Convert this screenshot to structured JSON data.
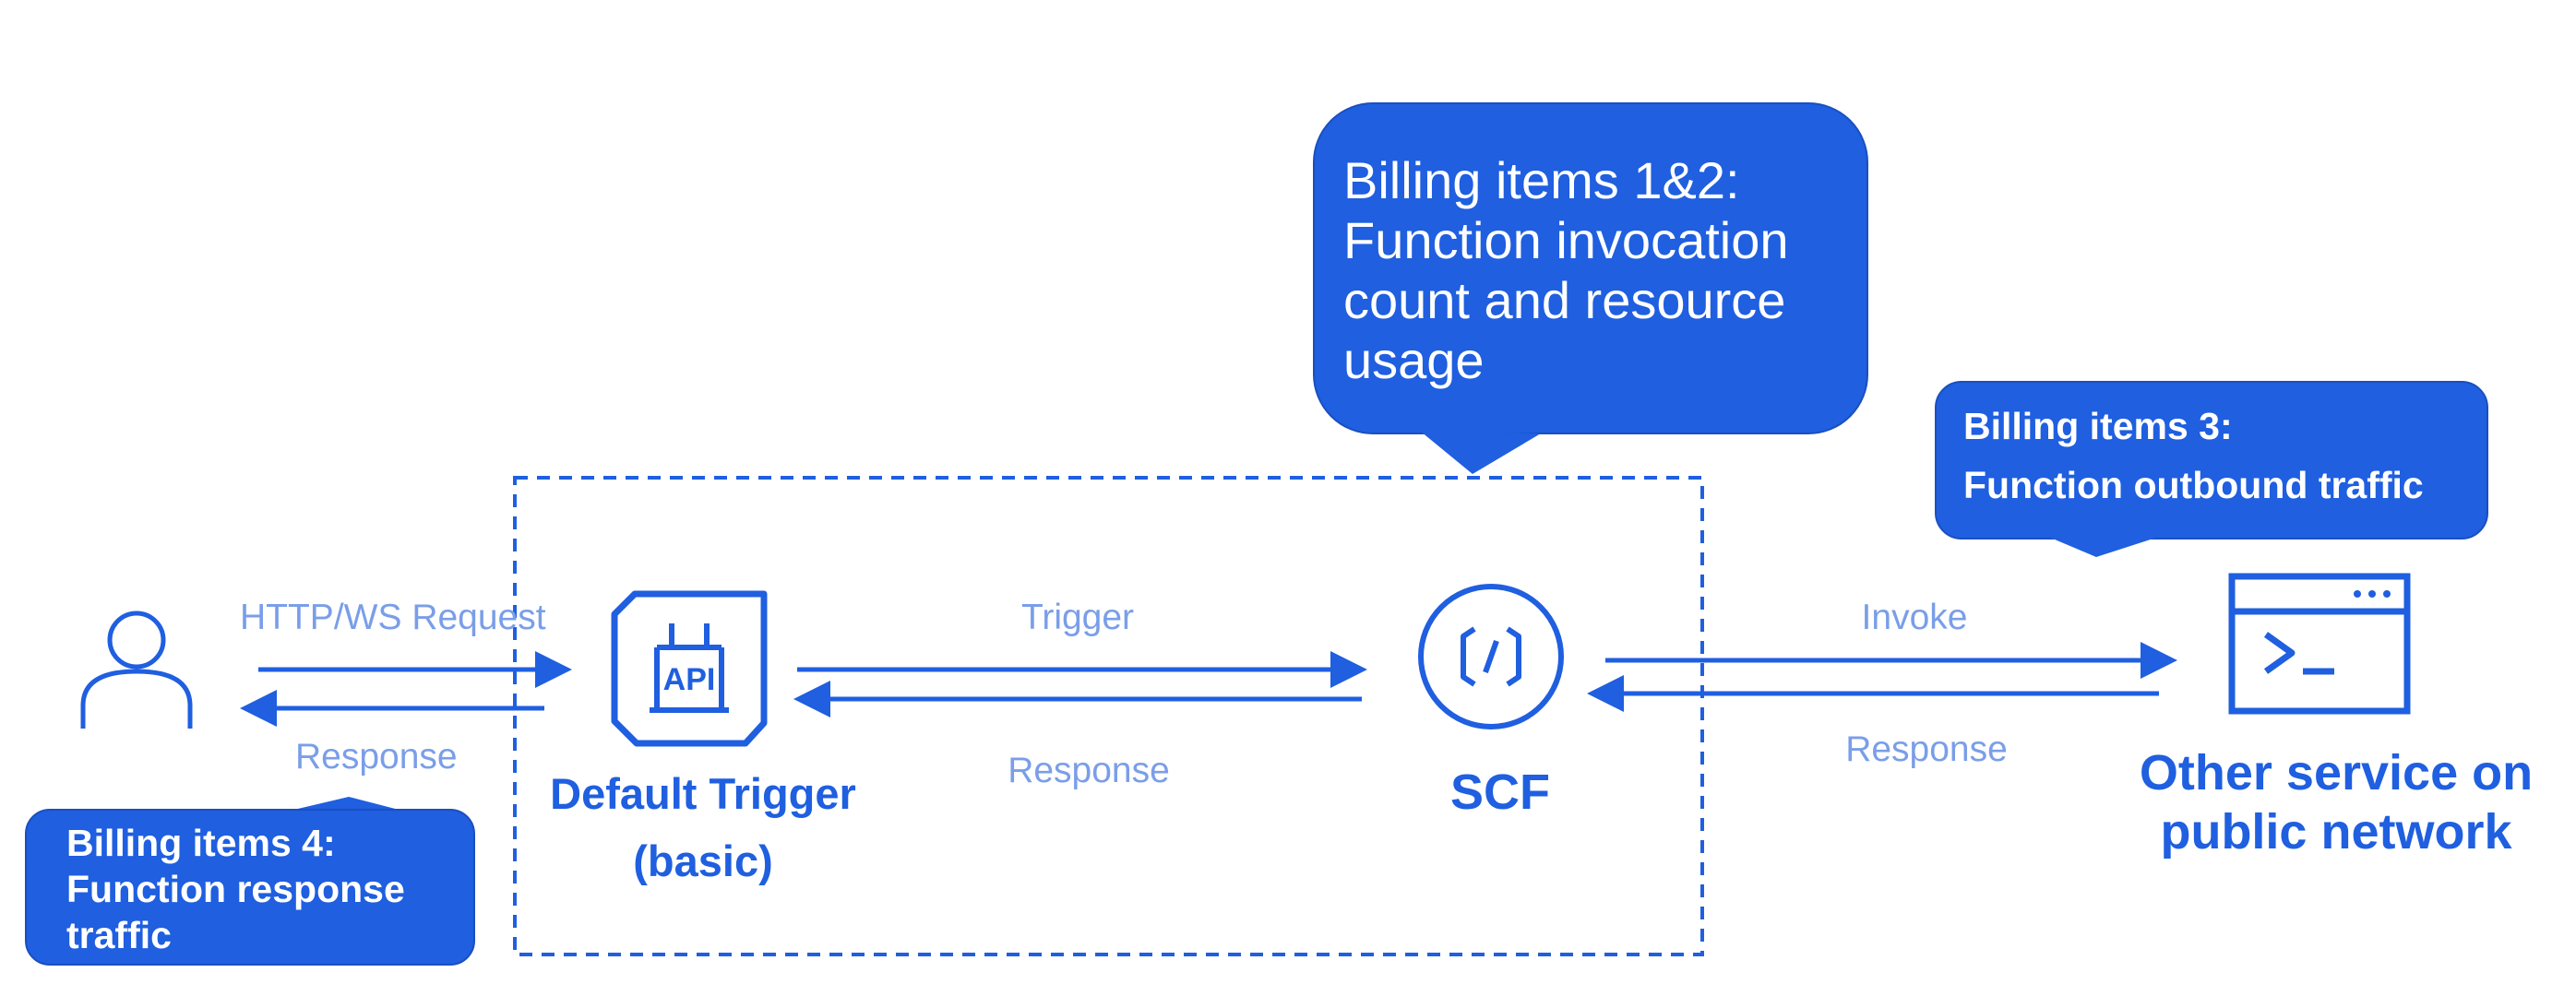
{
  "colors": {
    "primary": "#1f5fe0",
    "light_label": "#7a9ee8",
    "callout_bg": "#1f5fe0",
    "callout_text": "#ffffff"
  },
  "nodes": {
    "user": {
      "icon": "user-icon"
    },
    "trigger": {
      "icon": "api-gateway-icon",
      "label_line1": "Default Trigger",
      "label_line2": "(basic)"
    },
    "scf": {
      "icon": "scf-function-icon",
      "label": "SCF"
    },
    "public_service": {
      "icon": "terminal-window-icon",
      "label_line1": "Other service on",
      "label_line2": "public network"
    }
  },
  "arrows": {
    "user_request": "HTTP/WS Request",
    "user_response": "Response",
    "trigger_forward": "Trigger",
    "trigger_response": "Response",
    "invoke": "Invoke",
    "invoke_response": "Response"
  },
  "callouts": {
    "billing_1_2": {
      "lines": [
        "Billing items 1&2:",
        "Function invocation",
        "count and resource",
        "usage"
      ]
    },
    "billing_3": {
      "lines": [
        "Billing items 3:",
        "Function outbound traffic"
      ]
    },
    "billing_4": {
      "lines": [
        "Billing items 4:",
        "Function response",
        "traffic"
      ]
    }
  }
}
